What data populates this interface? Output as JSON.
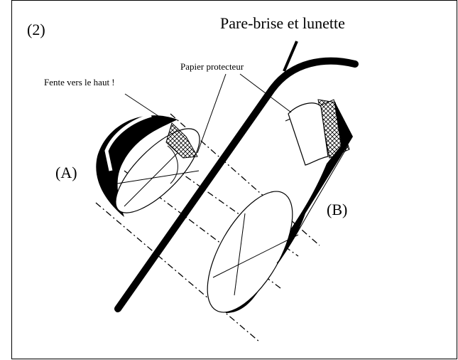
{
  "figure": {
    "step_number": "(2)",
    "title": "Pare-brise et lunette",
    "labels": {
      "slot_note": "Fente vers le haut !",
      "protective_paper": "Papier protecteur",
      "part_a": "(A)",
      "part_b": "(B)"
    }
  },
  "colors": {
    "ink": "#000000",
    "paper": "#ffffff"
  }
}
